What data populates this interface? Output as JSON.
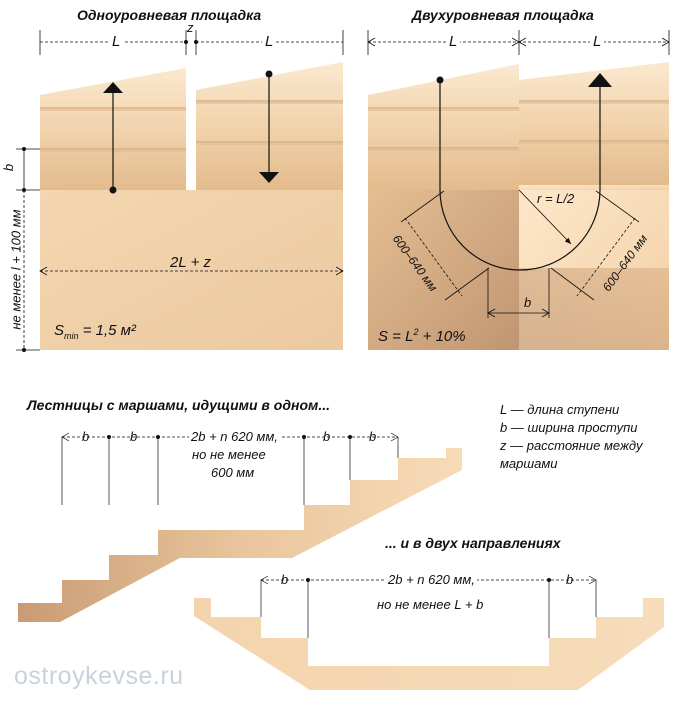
{
  "titles": {
    "single_level": "Одноуровневая площадка",
    "two_level": "Двухуровневая площадка",
    "one_direction": "Лестницы с маршами, идущими в одном...",
    "two_directions": "... и в двух направлениях"
  },
  "single_level": {
    "L_left": "L",
    "z": "z",
    "L_right": "L",
    "b": "b",
    "width_label": "2L + z",
    "min_depth_label": "не менее l + 100 мм",
    "area_prefix": "S",
    "area_sub": "min",
    "area_suffix": " = 1,5 м²"
  },
  "two_level": {
    "L_left": "L",
    "L_right": "L",
    "radius_label": "r = L/2",
    "left_dim": "600–640 мм",
    "right_dim": "600–640 мм",
    "b": "b",
    "area_prefix": "S = L",
    "area_sup": "2",
    "area_suffix": " + 10%"
  },
  "one_direction": {
    "b1": "b",
    "b2": "b",
    "middle_line1": "2b + n 620 мм,",
    "middle_line2": "но не менее",
    "middle_line3": "600 мм",
    "b3": "b",
    "b4": "b"
  },
  "two_directions": {
    "b_left": "b",
    "middle_line1": "2b + n 620 мм,",
    "middle_line2": "но не менее L + b",
    "b_right": "b"
  },
  "legend": {
    "line1": "L — длина ступени",
    "line2": "b — ширина проступи",
    "line3": "z — расстояние между",
    "line4": "маршами"
  },
  "watermark": "ostroykevse.ru",
  "colors": {
    "panel_light": "#f5dcb8",
    "panel_mid": "#e8c49a",
    "panel_dark": "#c9a078",
    "line": "#111111"
  }
}
